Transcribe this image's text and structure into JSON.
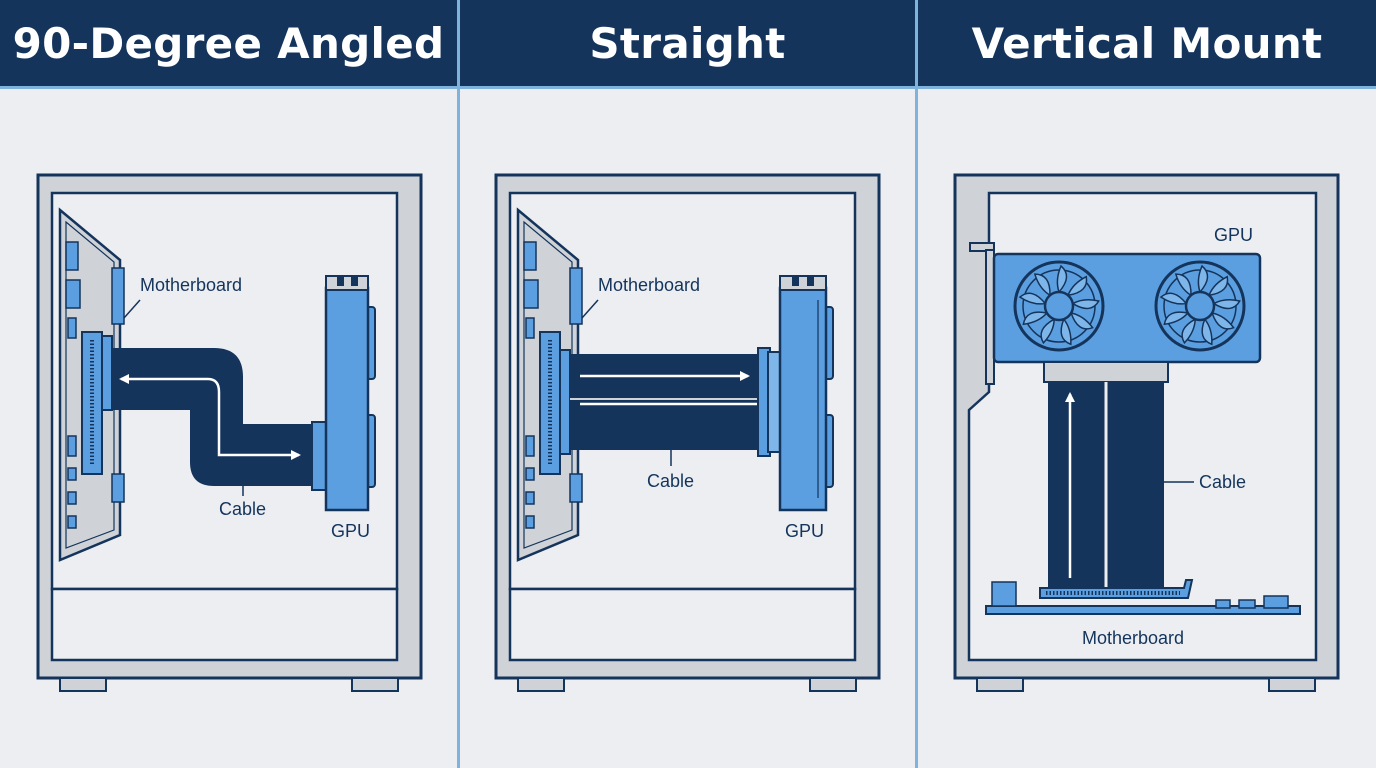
{
  "colors": {
    "header_bg": "#14345c",
    "divider": "#7fb3dd",
    "background": "#eceef1",
    "case_frame": "#cfd2d6",
    "outline": "#14345c",
    "component_blue": "#5b9fe0",
    "cable_dark": "#14345c",
    "label_text": "#14345c"
  },
  "panels": [
    {
      "title": "90-Degree Angled",
      "labels": {
        "motherboard": "Motherboard",
        "cable": "Cable",
        "gpu": "GPU"
      }
    },
    {
      "title": "Straight",
      "labels": {
        "motherboard": "Motherboard",
        "cable": "Cable",
        "gpu": "GPU"
      }
    },
    {
      "title": "Vertical Mount",
      "labels": {
        "motherboard": "Motherboard",
        "cable": "Cable",
        "gpu": "GPU"
      }
    }
  ],
  "icons": [
    "pc-case-icon",
    "motherboard-icon",
    "gpu-icon",
    "fan-icon",
    "riser-cable-icon",
    "arrow-icon"
  ]
}
